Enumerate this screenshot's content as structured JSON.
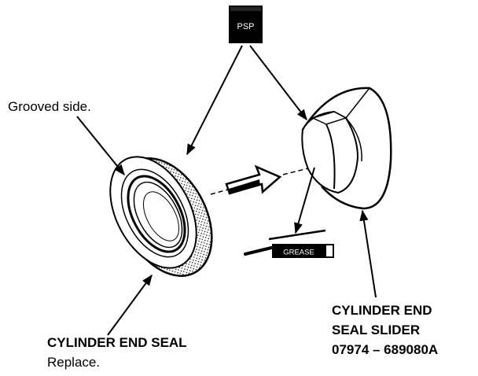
{
  "symbols": {
    "psp_label": "PSP",
    "grease_label": "GREASE"
  },
  "labels": {
    "grooved_side": "Grooved side.",
    "seal_title": "CYLINDER END SEAL",
    "seal_note": "Replace.",
    "slider_line1": "CYLINDER END",
    "slider_line2": "SEAL SLIDER",
    "slider_part_no": "07974 – 689080A"
  },
  "colors": {
    "ink": "#000000",
    "paper": "#ffffff"
  }
}
